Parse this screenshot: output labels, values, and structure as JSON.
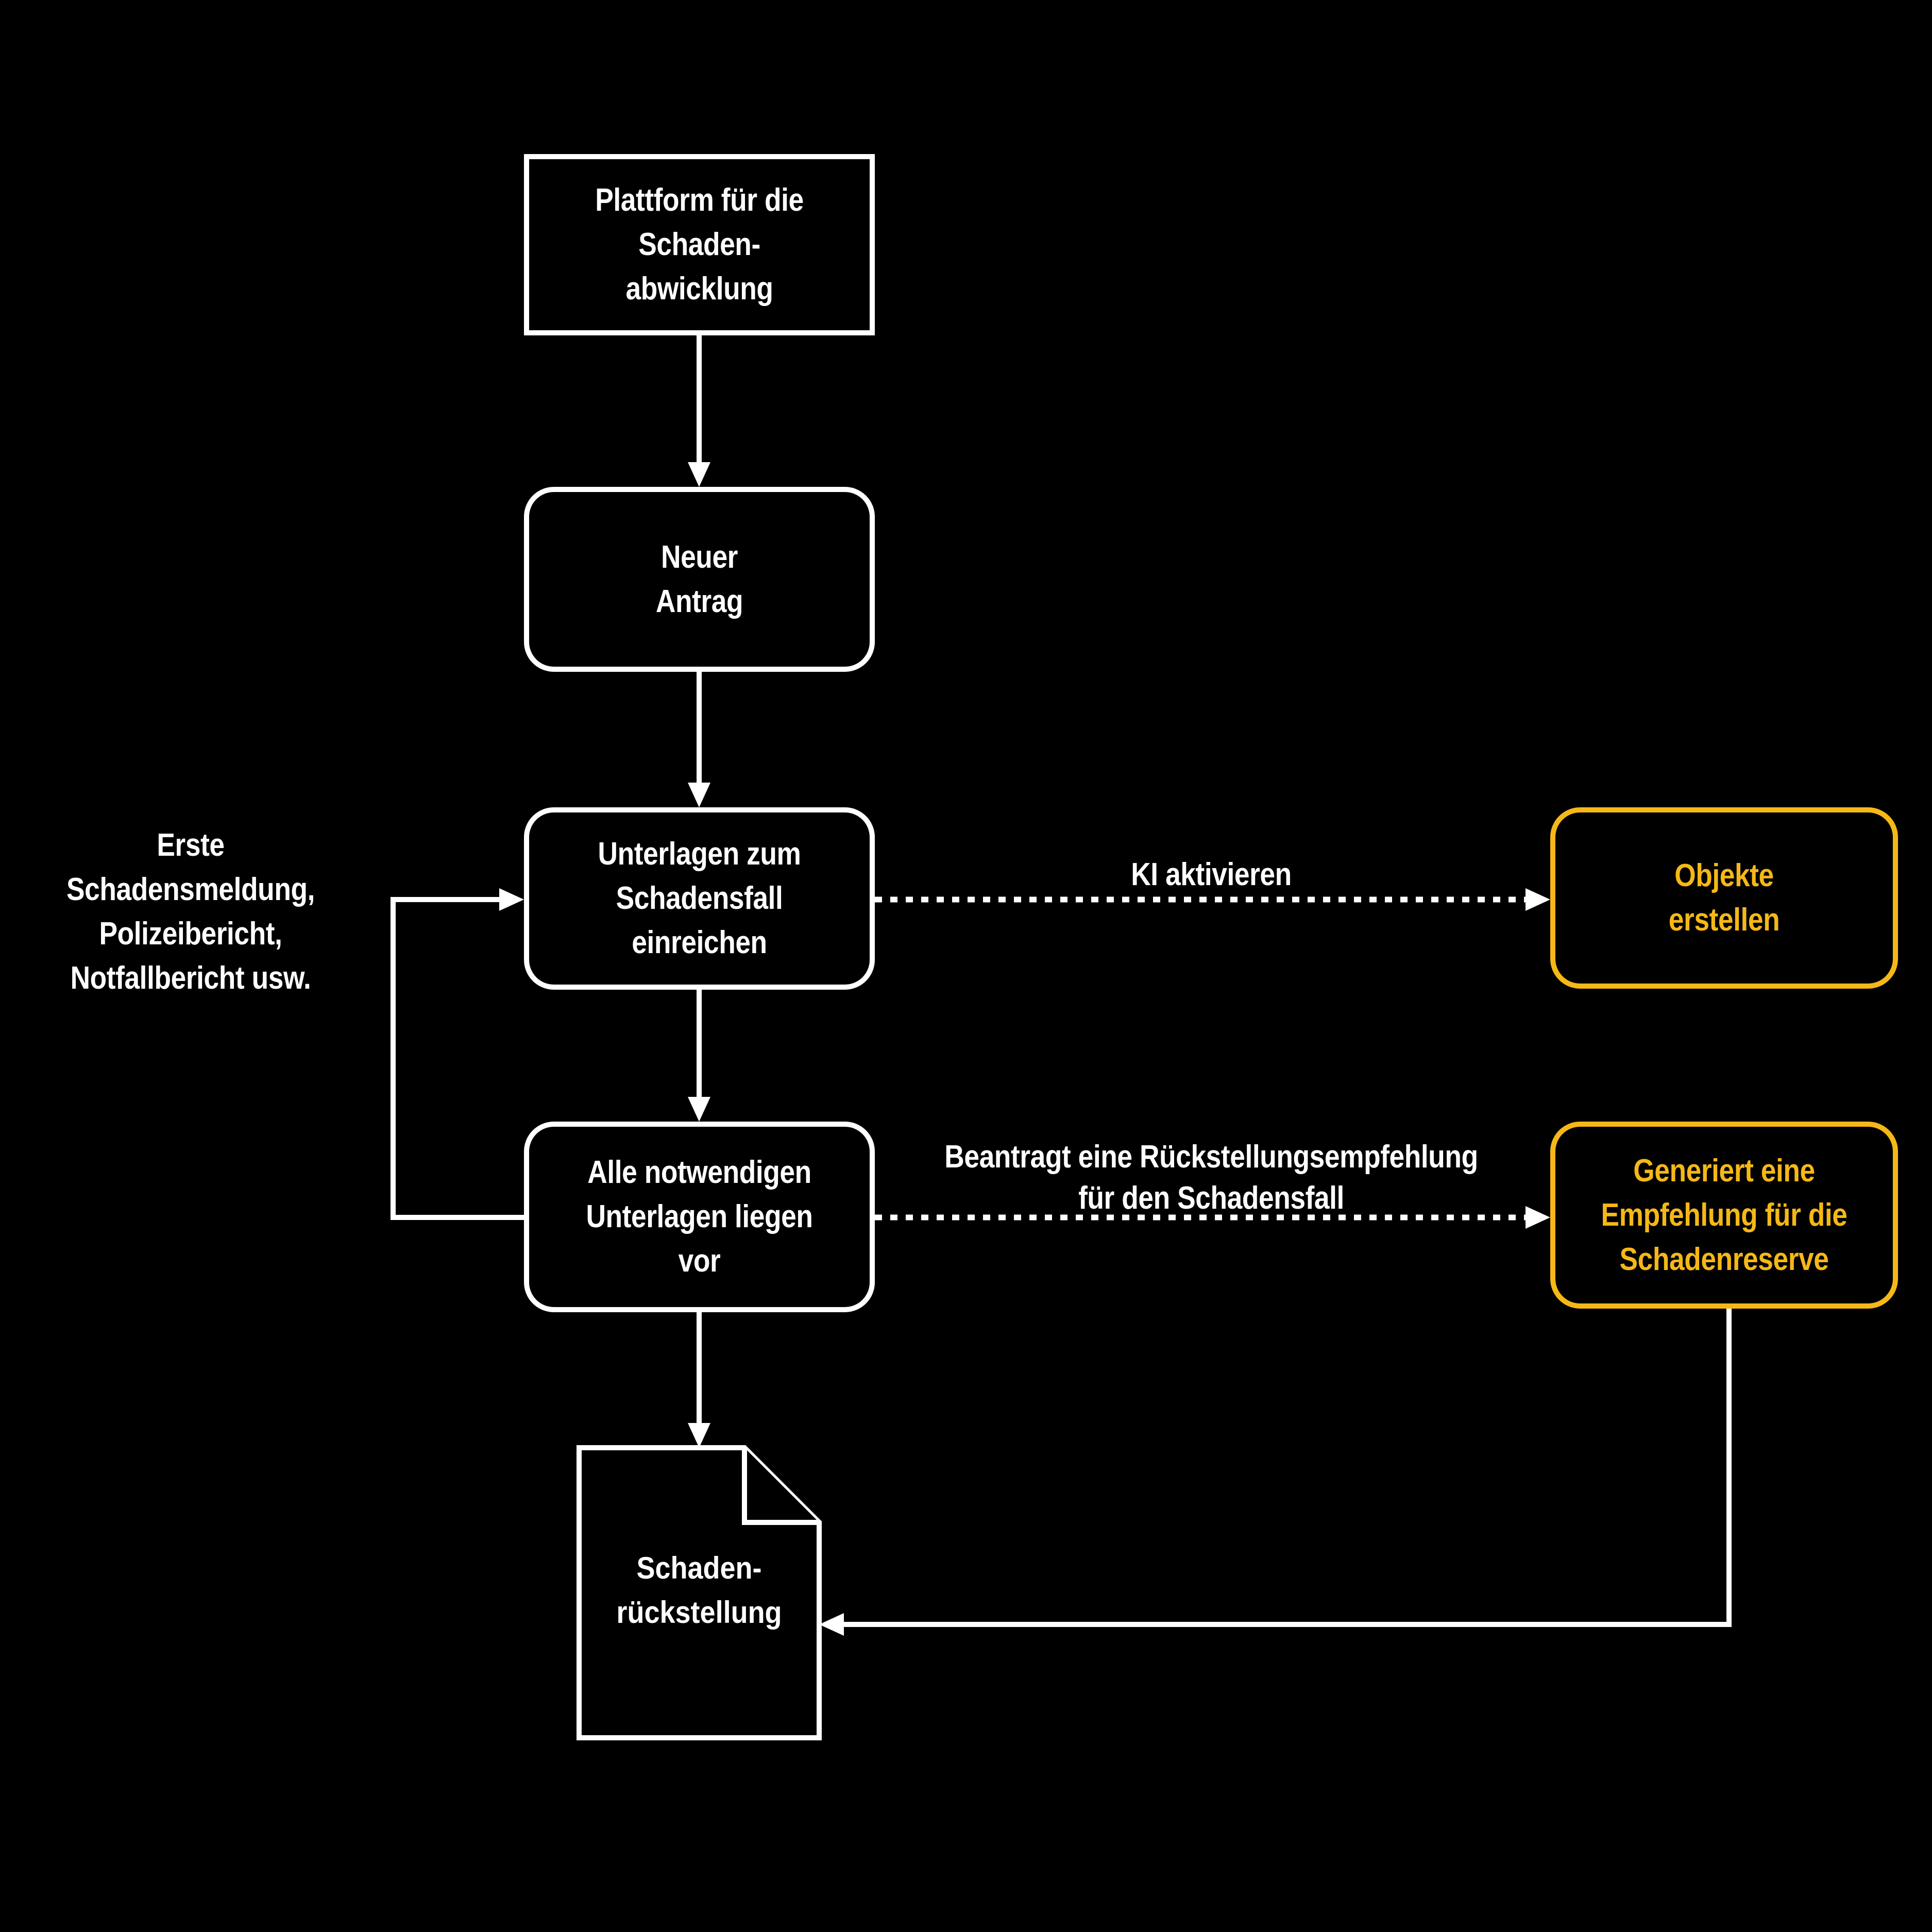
{
  "theme": {
    "background": "#000000",
    "foreground": "#ffffff",
    "accent": "#F5B816"
  },
  "nodes": {
    "platform": {
      "lines": [
        "Plattform für die",
        "Schaden-",
        "abwicklung"
      ]
    },
    "neuer_antrag": {
      "lines": [
        "Neuer",
        "Antrag"
      ]
    },
    "unterlagen_einreichen": {
      "lines": [
        "Unterlagen zum",
        "Schadensfall",
        "einreichen"
      ]
    },
    "alle_unterlagen": {
      "lines": [
        "Alle notwendigen",
        "Unterlagen liegen",
        "vor"
      ]
    },
    "objekte_erstellen": {
      "lines": [
        "Objekte",
        "erstellen"
      ]
    },
    "generiert_empfehlung": {
      "lines": [
        "Generiert eine",
        "Empfehlung für die",
        "Schadenreserve"
      ]
    },
    "schadenrueckstellung": {
      "lines": [
        "Schaden-",
        "rückstellung"
      ]
    }
  },
  "annotations": {
    "quelle": {
      "lines": [
        "Erste",
        "Schadensmeldung,",
        "Polizeibericht,",
        "Notfallbericht usw."
      ]
    },
    "ki_aktivieren": {
      "lines": [
        "KI aktivieren"
      ]
    },
    "rueckstellungsempfehlung": {
      "lines": [
        "Beantragt eine Rückstellungsempfehlung",
        "für den Schadensfall"
      ]
    }
  }
}
